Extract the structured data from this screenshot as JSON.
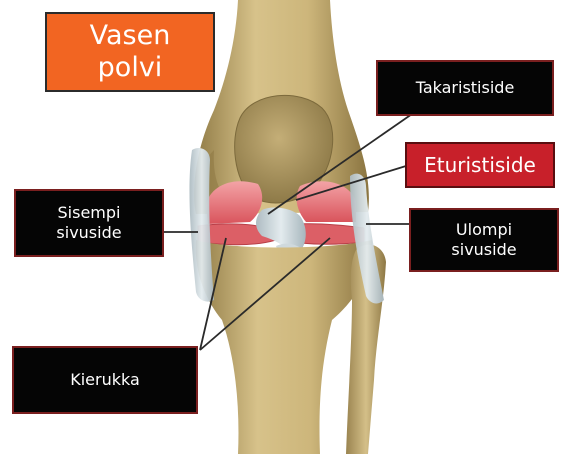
{
  "title": "Vasen\npolvi",
  "labels": {
    "posterior_cruciate": "Takaristiside",
    "anterior_cruciate": "Eturistiside",
    "medial_collateral": "Sisempi\nsivuside",
    "lateral_collateral": "Ulompi\nsivuside",
    "meniscus": "Kierukka"
  },
  "colors": {
    "title_bg": "#f26522",
    "highlight_bg": "#c8202a",
    "label_bg": "#050505",
    "bone": "#c9b27a",
    "meniscus": "#e06c74",
    "ligament": "#c9d3d8"
  }
}
